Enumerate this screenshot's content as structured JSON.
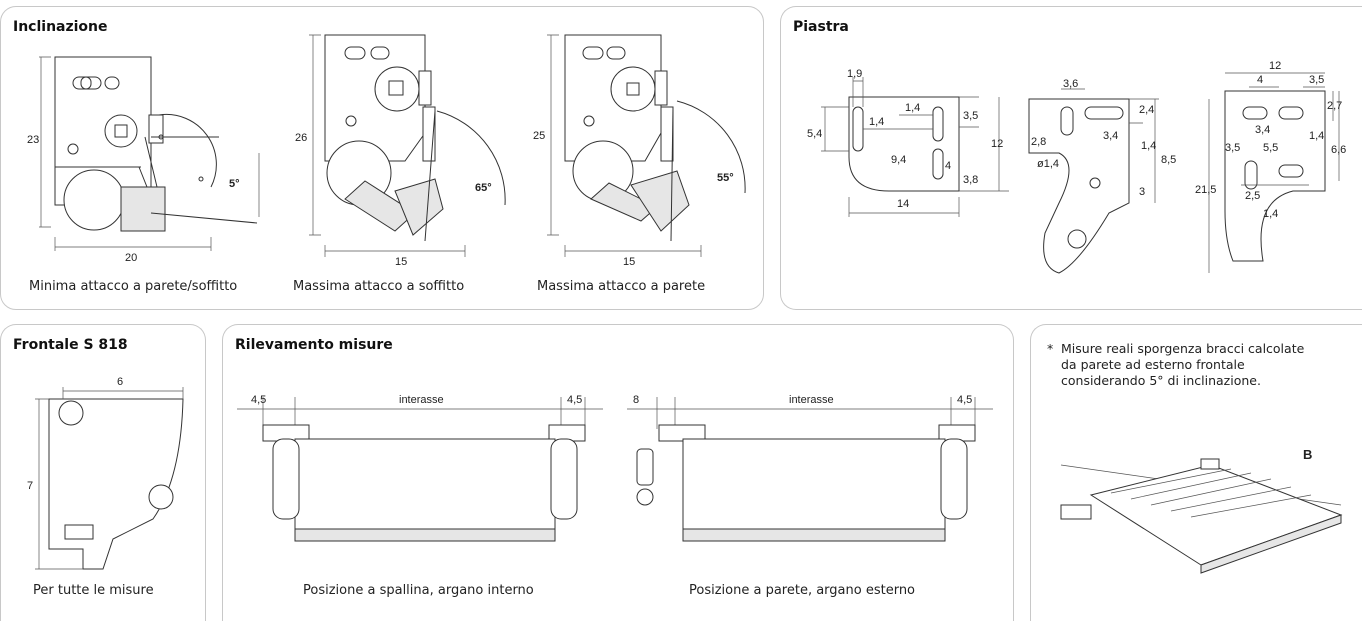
{
  "inclinazione": {
    "title": "Inclinazione",
    "captions": [
      "Minima attacco a parete/soffitto",
      "Massima attacco a soffitto",
      "Massima attacco a parete"
    ],
    "dims": {
      "h1": "23",
      "w1": "20",
      "ang1": "5°",
      "h2": "26",
      "w2": "15",
      "ang2": "65°",
      "h3": "25",
      "w3": "15",
      "ang3": "55°"
    }
  },
  "piastra": {
    "title": "Piastra",
    "dims_left": {
      "d1": "1,9",
      "d2": "1,4",
      "d3": "1,4",
      "d4": "5,4",
      "d5": "9,4",
      "d6": "3,5",
      "d7": "4",
      "d8": "3,8",
      "d9": "12",
      "d10": "14"
    },
    "dims_mid": {
      "d1": "3,6",
      "d2": "2,4",
      "d3": "2,8",
      "d4": "3,4",
      "d5": "1,4",
      "d6": "8,5",
      "d7": "ø1,4",
      "d8": "3",
      "d9": "21,5"
    },
    "dims_right": {
      "d1": "12",
      "d2": "4",
      "d3": "3,5",
      "d4": "2,7",
      "d5": "3,4",
      "d6": "1,4",
      "d7": "6,6",
      "d8": "3,5",
      "d9": "5,5",
      "d10": "2,5",
      "d11": "1,4"
    }
  },
  "frontale": {
    "title": "Frontale S 818",
    "caption": "Per tutte le misure",
    "dims": {
      "w": "6",
      "h": "7"
    }
  },
  "rilevamento": {
    "title": "Rilevamento misure",
    "captions": [
      "Posizione a spallina, argano interno",
      "Posizione a parete, argano esterno"
    ],
    "left": {
      "a": "4,5",
      "mid": "interasse",
      "b": "4,5"
    },
    "right": {
      "a": "8",
      "mid": "interasse",
      "b": "4,5"
    }
  },
  "note": {
    "text": "Misure reali sporgenza bracci calcolate da parete ad esterno frontale considerando 5° di inclinazione.",
    "star": "*",
    "label_b": "B"
  }
}
